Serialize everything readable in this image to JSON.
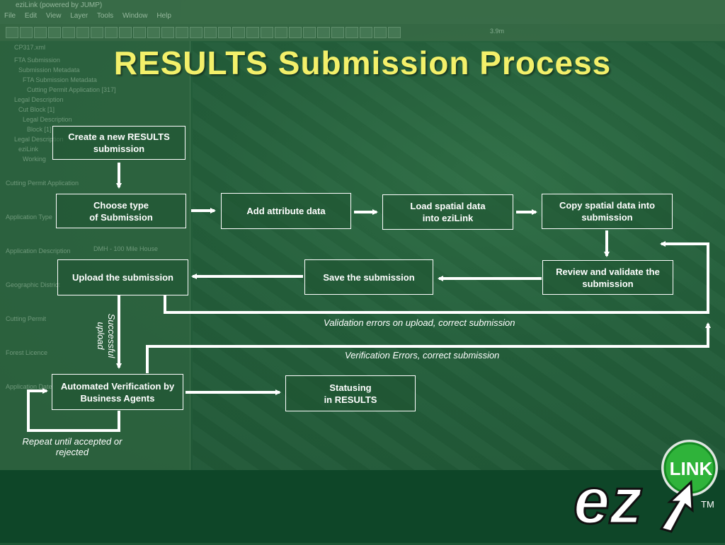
{
  "title": "RESULTS Submission Process",
  "background_app": {
    "window_title": "eziLink (powered by JUMP)",
    "menu": [
      "File",
      "Edit",
      "View",
      "Layer",
      "Tools",
      "Window",
      "Help"
    ],
    "scale_label": "3.9m",
    "doc_tab": "CP317.xml",
    "panel_items": [
      "FTA Submission",
      "Submission Metadata",
      "FTA Submission Metadata",
      "Cutting Permit Application [317]",
      "Legal Description",
      "Cut Block [1]",
      "Legal Description",
      "Block [1]",
      "Legal Description",
      "eziLink",
      "Working"
    ],
    "panel_fields": [
      "Cutting Permit Application",
      "Application Type",
      "Application Description",
      "Geographic District",
      "Cutting Permit",
      "Forest Licence",
      "Application Date"
    ],
    "field_value": "DMH - 100 Mile House"
  },
  "boxes": {
    "create": "Create a new RESULTS\nsubmission",
    "choose": "Choose type\nof Submission",
    "attribute": "Add attribute data",
    "load": "Load spatial data\ninto eziLink",
    "copy": "Copy spatial data into\nsubmission",
    "review": "Review and validate the\nsubmission",
    "save": "Save the submission",
    "upload": "Upload the submission",
    "verify": "Automated Verification by\nBusiness Agents",
    "status": "Statusing\nin RESULTS"
  },
  "notes": {
    "validation_errors": "Validation errors on upload, correct submission",
    "verification_errors": "Verification Errors, correct submission",
    "successful_upload": "Successful\nupload",
    "repeat": "Repeat until accepted or\nrejected"
  },
  "logo": {
    "text": "ez",
    "badge": "LINK",
    "trademark": "TM"
  },
  "colors": {
    "title": "#f3f06a",
    "background": "#1d5634",
    "band": "#0e4628",
    "logo_green": "#2fb33a"
  }
}
